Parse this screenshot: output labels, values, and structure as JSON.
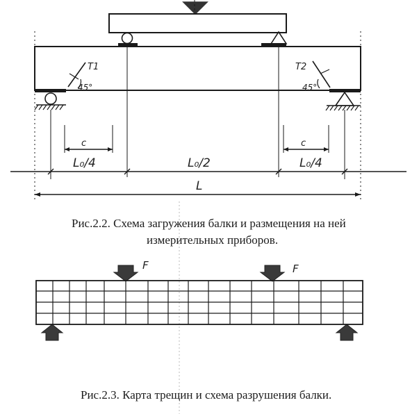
{
  "figure1": {
    "gauge_left": "T1",
    "gauge_right": "T2",
    "angle_left": "45°",
    "angle_right": "45°",
    "dim_c_left": "c",
    "dim_c_right": "c",
    "dim_l0_4_left": "L₀/4",
    "dim_l0_2": "L₀/2",
    "dim_l0_4_right": "L₀/4",
    "dim_l": "L",
    "caption_line1": "Рис.2.2. Схема загружения балки и размещения на ней",
    "caption_line2": "измерительных приборов."
  },
  "figure2": {
    "force_left": "F",
    "force_right": "F",
    "caption": "Рис.2.3. Карта трещин и схема разрушения балки."
  }
}
